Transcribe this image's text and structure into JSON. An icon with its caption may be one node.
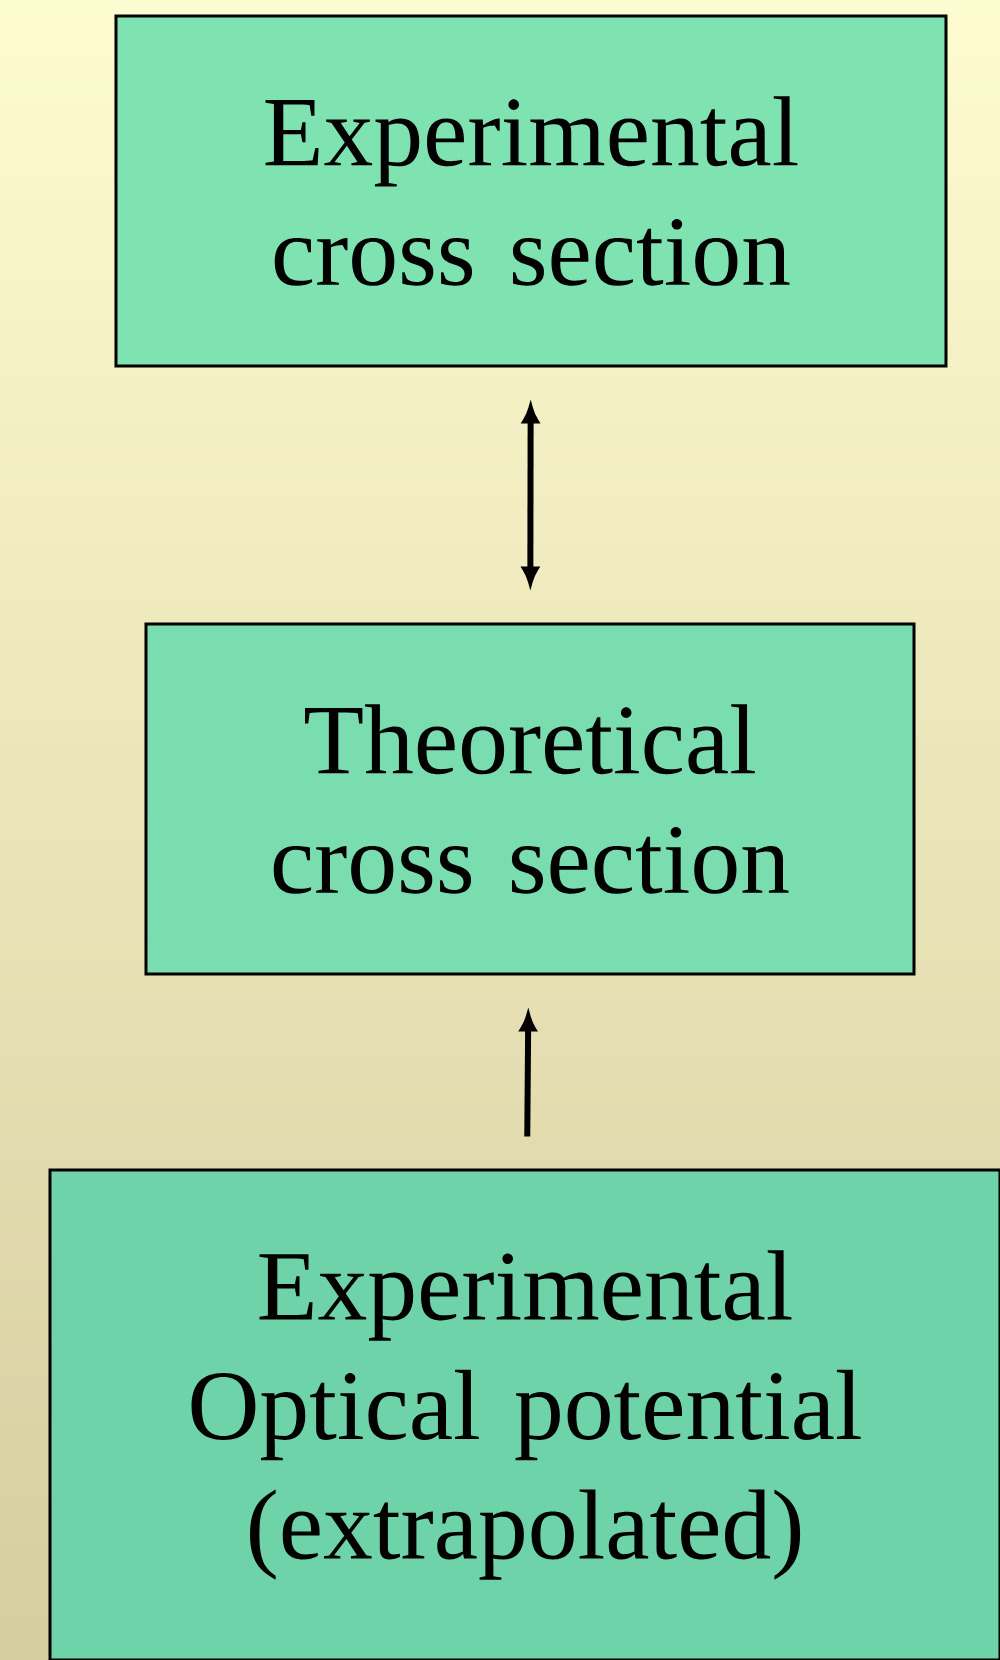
{
  "diagram": {
    "nodes": [
      {
        "text": [
          "Experimental cross section"
        ]
      },
      {
        "text": [
          "Theoretical cross section"
        ]
      },
      {
        "text": [
          "Experimental Optical potential (extrapolated)"
        ]
      }
    ],
    "edges": [
      {
        "from": 0,
        "to": 1,
        "arrow": "both"
      },
      {
        "from": 2,
        "to": 1,
        "arrow": "to"
      }
    ]
  }
}
